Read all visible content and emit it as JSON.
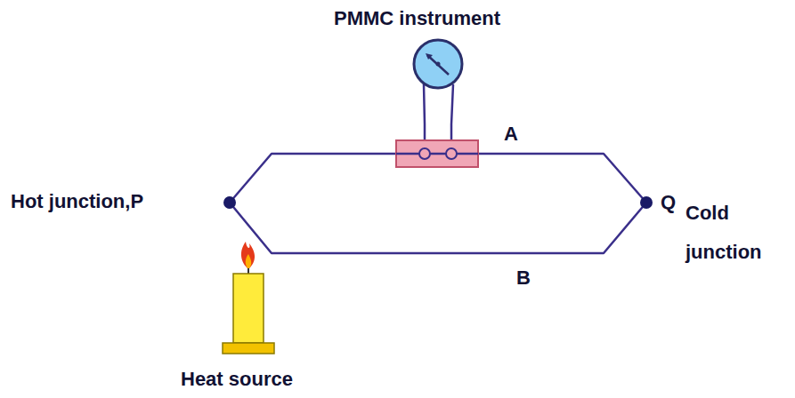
{
  "diagram": {
    "labels": [
      "PMMC instrument",
      "A",
      "Hot junction,P",
      "Q",
      "Cold junction",
      "B",
      "Heat source"
    ]
  }
}
